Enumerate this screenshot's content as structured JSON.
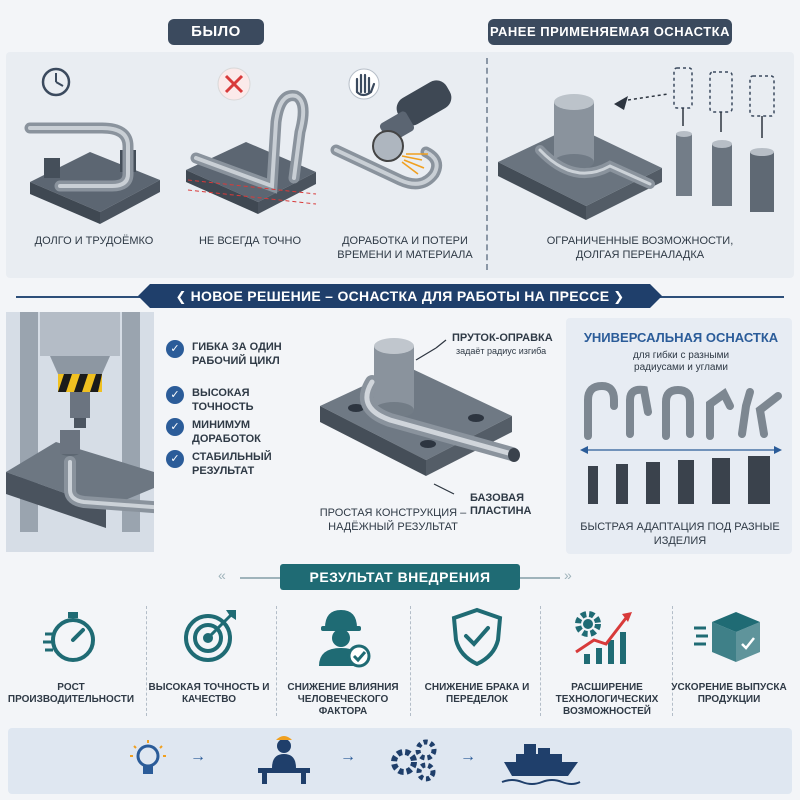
{
  "header": {
    "was_label": "БЫЛО",
    "prev_tooling_label": "Ранее применяемая оснастка"
  },
  "was_items": [
    {
      "caption": "Долго и трудоёмко",
      "icon": "clock-icon"
    },
    {
      "caption": "Не всегда точно",
      "icon": "cross-icon"
    },
    {
      "caption": "Доработка и потери времени и материала",
      "icon": "glove-icon"
    }
  ],
  "prev_tooling_caption": "Ограниченные возможности, долгая переналадка",
  "banner": {
    "title": "Новое решение – оснастка для работы на прессе"
  },
  "benefits": [
    "Гибка за один рабочий цикл",
    "Высокая точность",
    "Минимум доработок",
    "Стабильный результат"
  ],
  "center": {
    "mandrel_title": "Пруток-оправка",
    "mandrel_sub": "задаёт радиус изгиба",
    "base_label": "Базовая пластина",
    "design_label": "Простая конструкция – надёжный результат"
  },
  "universal": {
    "title": "Универсальная оснастка",
    "sub": "для гибки с разными радиусами и углами",
    "caption": "Быстрая адаптация под разные изделия"
  },
  "results": {
    "title": "Результат внедрения",
    "items": [
      {
        "label": "Рост производительности",
        "icon": "stopwatch-icon"
      },
      {
        "label": "Высокая точность и качество",
        "icon": "target-icon"
      },
      {
        "label": "Снижение влияния человеческого фактора",
        "icon": "worker-icon"
      },
      {
        "label": "Снижение брака и переделок",
        "icon": "shield-check-icon"
      },
      {
        "label": "Расширение технологических возможностей",
        "icon": "gear-growth-icon"
      },
      {
        "label": "Ускорение выпуска продукции",
        "icon": "box-icon"
      }
    ]
  },
  "strip_icons": [
    "bulb-icon",
    "worker-desk-icon",
    "gears-icon",
    "ship-icon"
  ],
  "colors": {
    "navy": "#1f3f6b",
    "teal": "#1f6b74",
    "slate": "#3b4a5e",
    "red": "#d83a3a"
  }
}
